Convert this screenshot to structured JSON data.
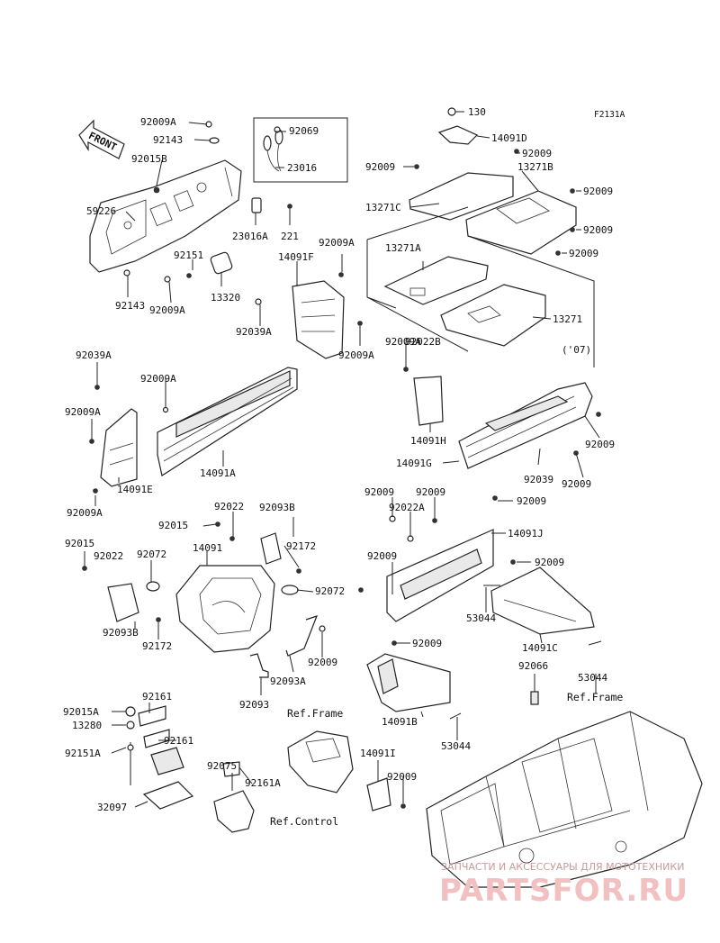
{
  "diagram": {
    "figure_code": "F2131A",
    "front_label": "FRONT",
    "model_year_note": "('07)",
    "ref_labels": [
      "Ref.Frame",
      "Ref.Frame",
      "Ref.Control"
    ],
    "part_labels": [
      "92009A",
      "92143",
      "92015B",
      "59226",
      "92069",
      "23016",
      "23016A",
      "221",
      "92151",
      "13320",
      "92143",
      "92009A",
      "14091F",
      "92009A",
      "92039A",
      "92009A",
      "130",
      "14091D",
      "92009",
      "92009",
      "13271B",
      "92009",
      "13271C",
      "92009",
      "92009",
      "13271A",
      "13271",
      "92039A",
      "92009A",
      "92009A",
      "14091A",
      "92009A",
      "14091E",
      "92009A",
      "92022B",
      "14091H",
      "92009",
      "14091G",
      "92039",
      "92009",
      "92009",
      "92009",
      "92022A",
      "92009",
      "14091J",
      "92009",
      "92022",
      "92093B",
      "92015",
      "92015",
      "92022",
      "92072",
      "14091",
      "92172",
      "92072",
      "92093B",
      "92172",
      "92009",
      "92093A",
      "92093",
      "53044",
      "14091C",
      "92009",
      "14091B",
      "53044",
      "92066",
      "53044",
      "92015A",
      "92161",
      "13280",
      "92161",
      "92151A",
      "32097",
      "92075",
      "92161A",
      "14091I",
      "92009"
    ]
  },
  "watermark": {
    "tagline": "ЗАПЧАСТИ И АКСЕССУАРЫ ДЛЯ МОТОТЕХНИКИ",
    "brand": "PARTSFOR.RU"
  }
}
